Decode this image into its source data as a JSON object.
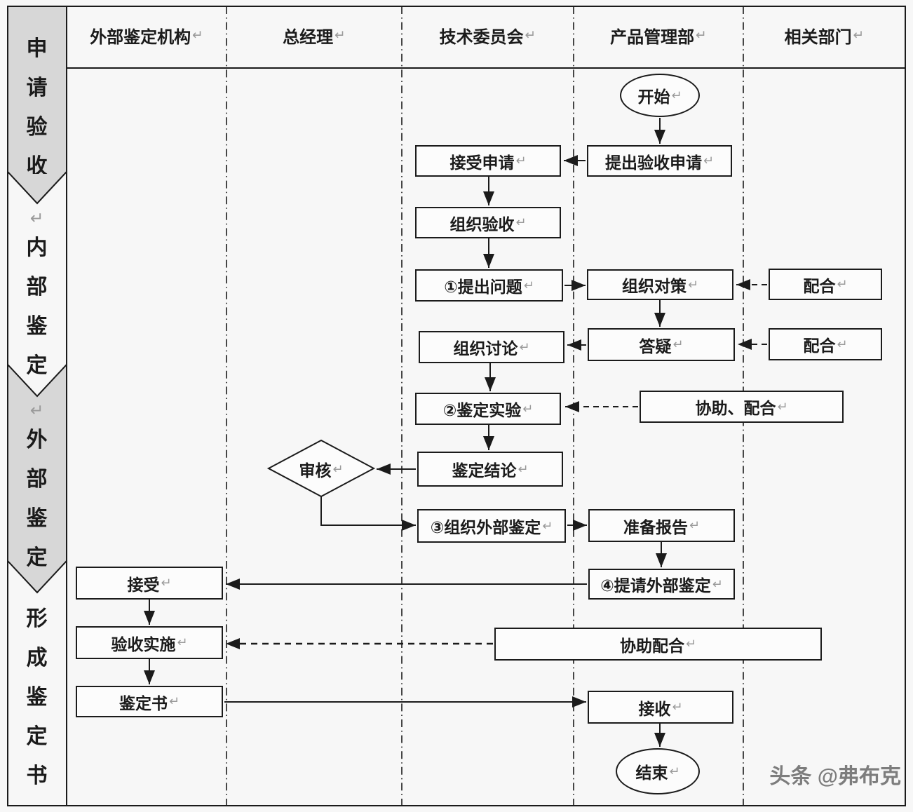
{
  "glyphs": {
    "return_mark": "↵"
  },
  "colors": {
    "bg": "#f7f7f7",
    "node_bg": "#fcfcfc",
    "ink": "#1b1b1b",
    "mark": "#9a9a9a",
    "chevron_gray": "#d7d7d7",
    "chevron_light": "#f7f7f7",
    "watermark": "#7d7d7d"
  },
  "sidebar": {
    "phases": [
      {
        "label": "申请验收"
      },
      {
        "label": "内部鉴定"
      },
      {
        "label": "外部鉴定"
      },
      {
        "label": "形成鉴定书"
      }
    ]
  },
  "lanes": [
    {
      "label": "外部鉴定机构"
    },
    {
      "label": "总经理"
    },
    {
      "label": "技术委员会"
    },
    {
      "label": "产品管理部"
    },
    {
      "label": "相关部门"
    }
  ],
  "nodes": {
    "start": "开始",
    "submit_request": "提出验收申请",
    "accept_request": "接受申请",
    "organize_acceptance": "组织验收",
    "raise_questions": "①提出问题",
    "organize_countermeasures": "组织对策",
    "cooperate1": "配合",
    "organize_discussion": "组织讨论",
    "answer_questions": "答疑",
    "cooperate2": "配合",
    "appraisal_experiment": "②鉴定实验",
    "assist_cooperate": "协助、配合",
    "appraisal_conclusion": "鉴定结论",
    "review": "审核",
    "organize_external": "③组织外部鉴定",
    "prepare_report": "准备报告",
    "request_external": "④提请外部鉴定",
    "accept": "接受",
    "acceptance_implementation": "验收实施",
    "assist_cooperate2": "协助配合",
    "appraisal_certificate": "鉴定书",
    "receive": "接收",
    "end": "结束"
  },
  "watermark": "头条 @弗布克"
}
